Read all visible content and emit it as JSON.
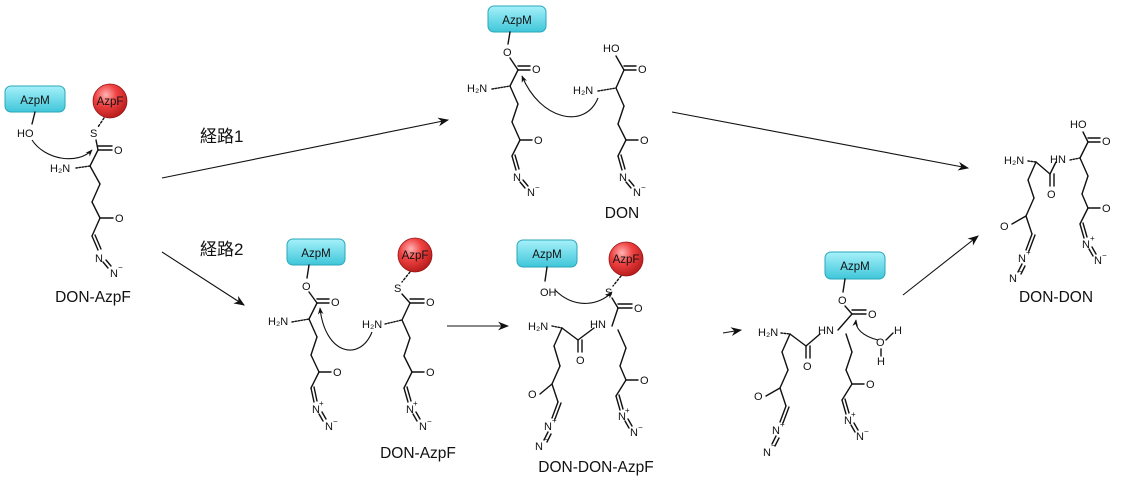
{
  "routes": {
    "route1": "経路1",
    "route2": "経路2"
  },
  "captions": {
    "don": "DON",
    "don_azpf_start": "DON-AzpF",
    "don_azpf_mid": "DON-AzpF",
    "don_don_azpf": "DON-DON-AzpF",
    "don_don": "DON-DON"
  },
  "tags": {
    "azpm": "AzpM",
    "azpf": "AzpF"
  },
  "atoms": {
    "ho": "HO",
    "oh": "OH",
    "h2n": "H₂N",
    "hn": "HN",
    "o": "O",
    "s": "S",
    "n": "N",
    "plus": "+",
    "minus": "−",
    "h": "H"
  },
  "colors": {
    "azpm": "#5fd6e6",
    "azpf": "#e53935"
  }
}
